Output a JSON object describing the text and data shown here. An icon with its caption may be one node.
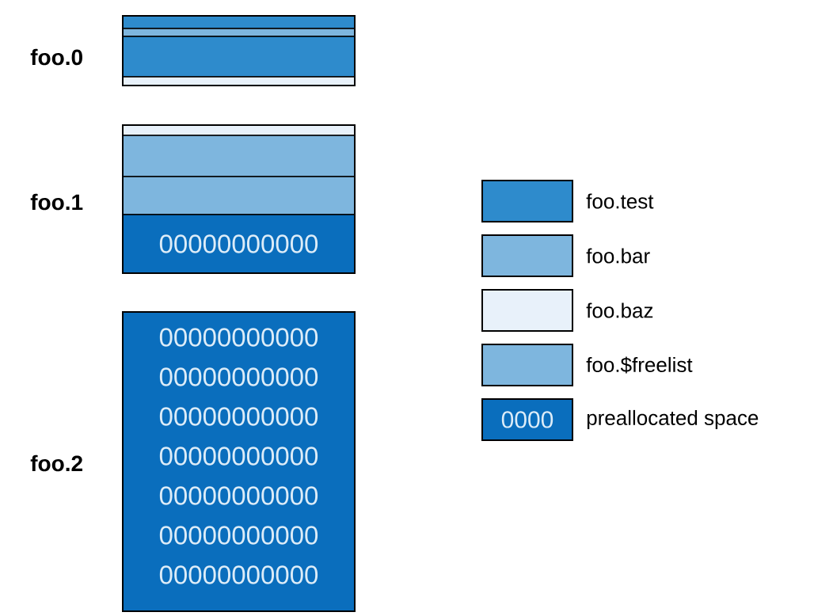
{
  "diagram": {
    "nodes": [
      {
        "text": [
          "foo.0"
        ]
      },
      {
        "text": [],
        "shape": "bar",
        "in": 0
      },
      {
        "text": [],
        "shape": "bar",
        "in": 0
      },
      {
        "text": [],
        "shape": "bar",
        "in": 0
      },
      {
        "text": [],
        "shape": "bar",
        "in": 0
      },
      {
        "text": [
          "foo.1"
        ]
      },
      {
        "text": [],
        "shape": "bar",
        "in": 5
      },
      {
        "text": [],
        "shape": "bar",
        "in": 5
      },
      {
        "text": [],
        "shape": "bar",
        "in": 5
      },
      {
        "text": [
          "00000000000"
        ],
        "in": 5
      },
      {
        "text": [
          "foo.2",
          "00000000000",
          "00000000000",
          "00000000000",
          "00000000000",
          "00000000000",
          "00000000000",
          "00000000000"
        ]
      }
    ],
    "labels": [
      "0000"
    ],
    "legend": [
      {
        "text": "foo.test",
        "color": "#2e8bcc"
      },
      {
        "text": "foo.bar",
        "color": "#7eb6de"
      },
      {
        "text": "foo.baz",
        "color": "#e8f1fa"
      },
      {
        "text": "foo.$freelist",
        "color": "#7eb6de"
      },
      {
        "text": "preallocated space",
        "color": "#0a6ebd"
      }
    ]
  }
}
